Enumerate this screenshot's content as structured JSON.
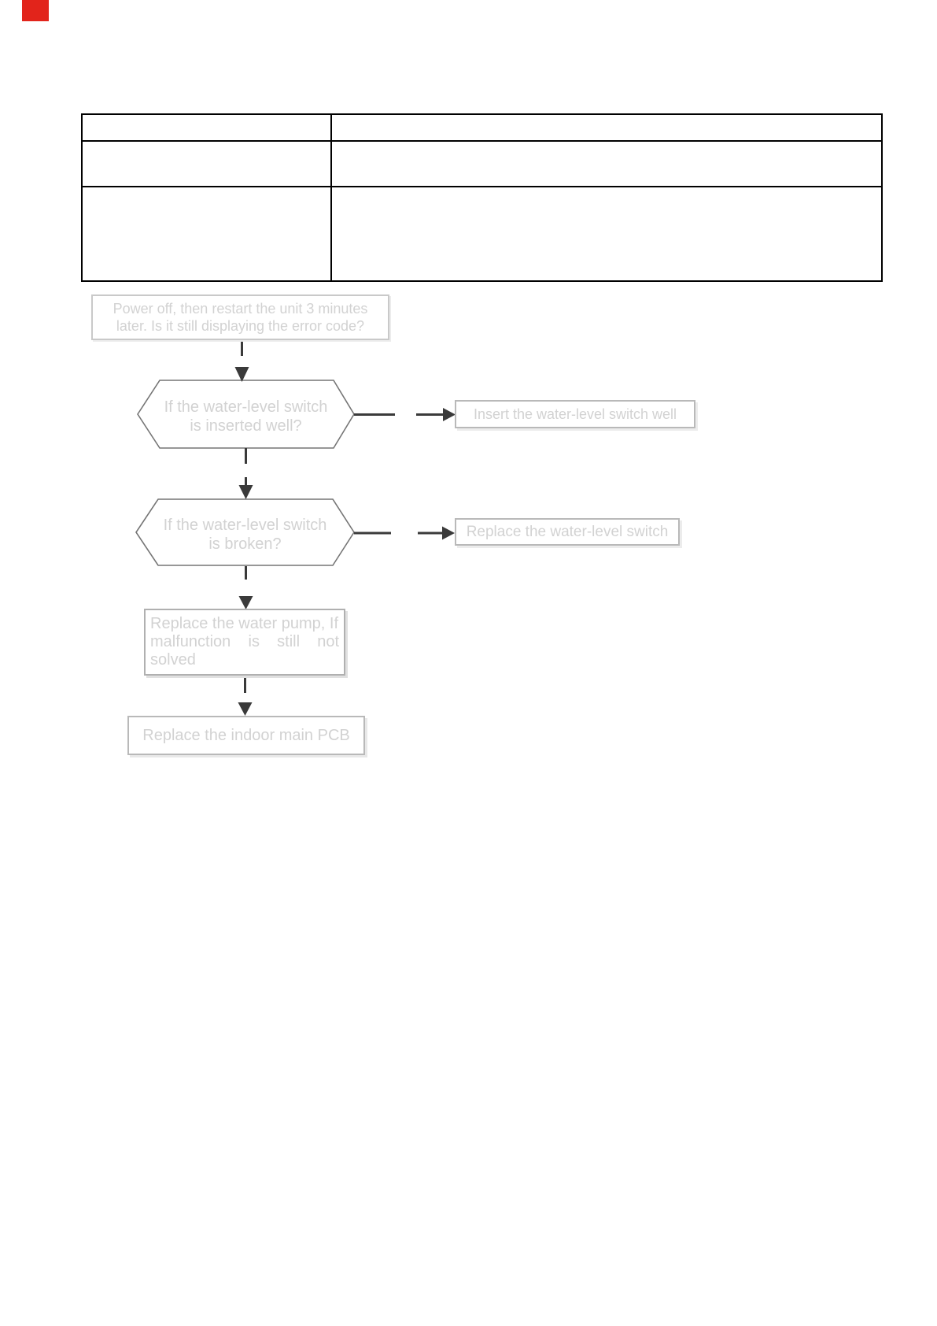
{
  "page": {
    "background": "#ffffff",
    "marker_color": "#e2241b"
  },
  "table": {
    "border_color": "#000000",
    "rows": [
      {
        "cells": [
          "",
          ""
        ]
      },
      {
        "cells": [
          "",
          ""
        ]
      },
      {
        "cells": [
          "",
          ""
        ]
      }
    ]
  },
  "flowchart": {
    "text_color": "#d2d2d2",
    "shape_border_color": "#b9b9b9",
    "hexagon_border_color": "#757575",
    "connector_color": "#3a3a3a",
    "start_box": {
      "lines": [
        "Power off, then restart the unit 3 minutes",
        "later. Is it still displaying the error code?"
      ]
    },
    "decision1": {
      "lines": [
        "If the water-level switch",
        "is inserted well?"
      ],
      "action": {
        "label": "Insert the water-level switch well"
      }
    },
    "decision2": {
      "lines": [
        "If the water-level switch",
        "is broken?"
      ],
      "action": {
        "label": "Replace the water-level switch"
      }
    },
    "process_box": {
      "lines": [
        "Replace the water pump, If",
        "malfunction    is    still    not",
        "solved"
      ]
    },
    "final_box": {
      "label": "Replace the indoor main PCB"
    }
  }
}
